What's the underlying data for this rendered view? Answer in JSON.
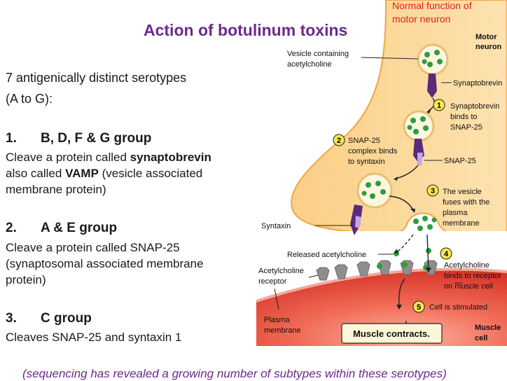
{
  "title": "Action of botulinum toxins",
  "left_panel": {
    "serotypes_line1": "7 antigenically distinct serotypes",
    "serotypes_line2": "(A to G):",
    "groups": [
      {
        "number": "1.",
        "heading": "B, D, F & G group",
        "desc_prefix": "Cleave a protein called ",
        "desc_bold1": "synaptobrevin",
        "desc_mid": "also called ",
        "desc_bold2": "VAMP",
        "desc_suffix": " (vesicle associated",
        "desc_line3": "membrane protein)"
      },
      {
        "number": "2.",
        "heading": "A & E group",
        "desc_line1": "Cleave a protein called SNAP-25",
        "desc_line2": "(synaptosomal associated membrane",
        "desc_line3": "protein)"
      },
      {
        "number": "3.",
        "heading": "C group",
        "desc_line1": "Cleaves  SNAP-25 and syntaxin 1"
      }
    ]
  },
  "diagram": {
    "normal_function_line1": "Normal function of",
    "normal_function_line2": "motor neuron",
    "motor_neuron_line1": "Motor",
    "motor_neuron_line2": "neuron",
    "vesicle_label_line1": "Vesicle containing",
    "vesicle_label_line2": "acetylcholine",
    "synaptobrevin": "Synaptobrevin",
    "step1_line1": "Synaptobrevin",
    "step1_line2": "binds to",
    "step1_line3": "SNAP-25",
    "step2_line1": "SNAP-25",
    "step2_line2": "complex binds",
    "step2_line3": "to syntaxin",
    "snap25": "SNAP-25",
    "step3_line1": "The vesicle",
    "step3_line2": "fuses with the",
    "step3_line3": "plasma",
    "step3_line4": "membrane",
    "syntaxin": "Syntaxin",
    "released_ach": "Released acetylcholine",
    "ach_receptor_line1": "Acetylcholine",
    "ach_receptor_line2": "receptor",
    "step4_line1": "Acetylcholine",
    "step4_line2": "binds to receptor",
    "step4_line3": "on muscle cell",
    "step5": "Cell is stimulated",
    "plasma_membrane_line1": "Plasma",
    "plasma_membrane_line2": "membrane",
    "muscle_contracts": "Muscle contracts.",
    "muscle_cell_line1": "Muscle",
    "muscle_cell_line2": "cell",
    "steps": [
      "1",
      "2",
      "3",
      "4",
      "5"
    ]
  },
  "footnote": "(sequencing has revealed a growing number of subtypes within these serotypes)",
  "colors": {
    "title": "#6a2a8a",
    "red_label": "#e02020",
    "neuron_fill": "#fbd79a",
    "muscle_fill": "#e5473a",
    "vesicle_green": "#2e9d3c",
    "protein_purple": "#5a2a7a",
    "step_circle": "#f7e84a"
  }
}
